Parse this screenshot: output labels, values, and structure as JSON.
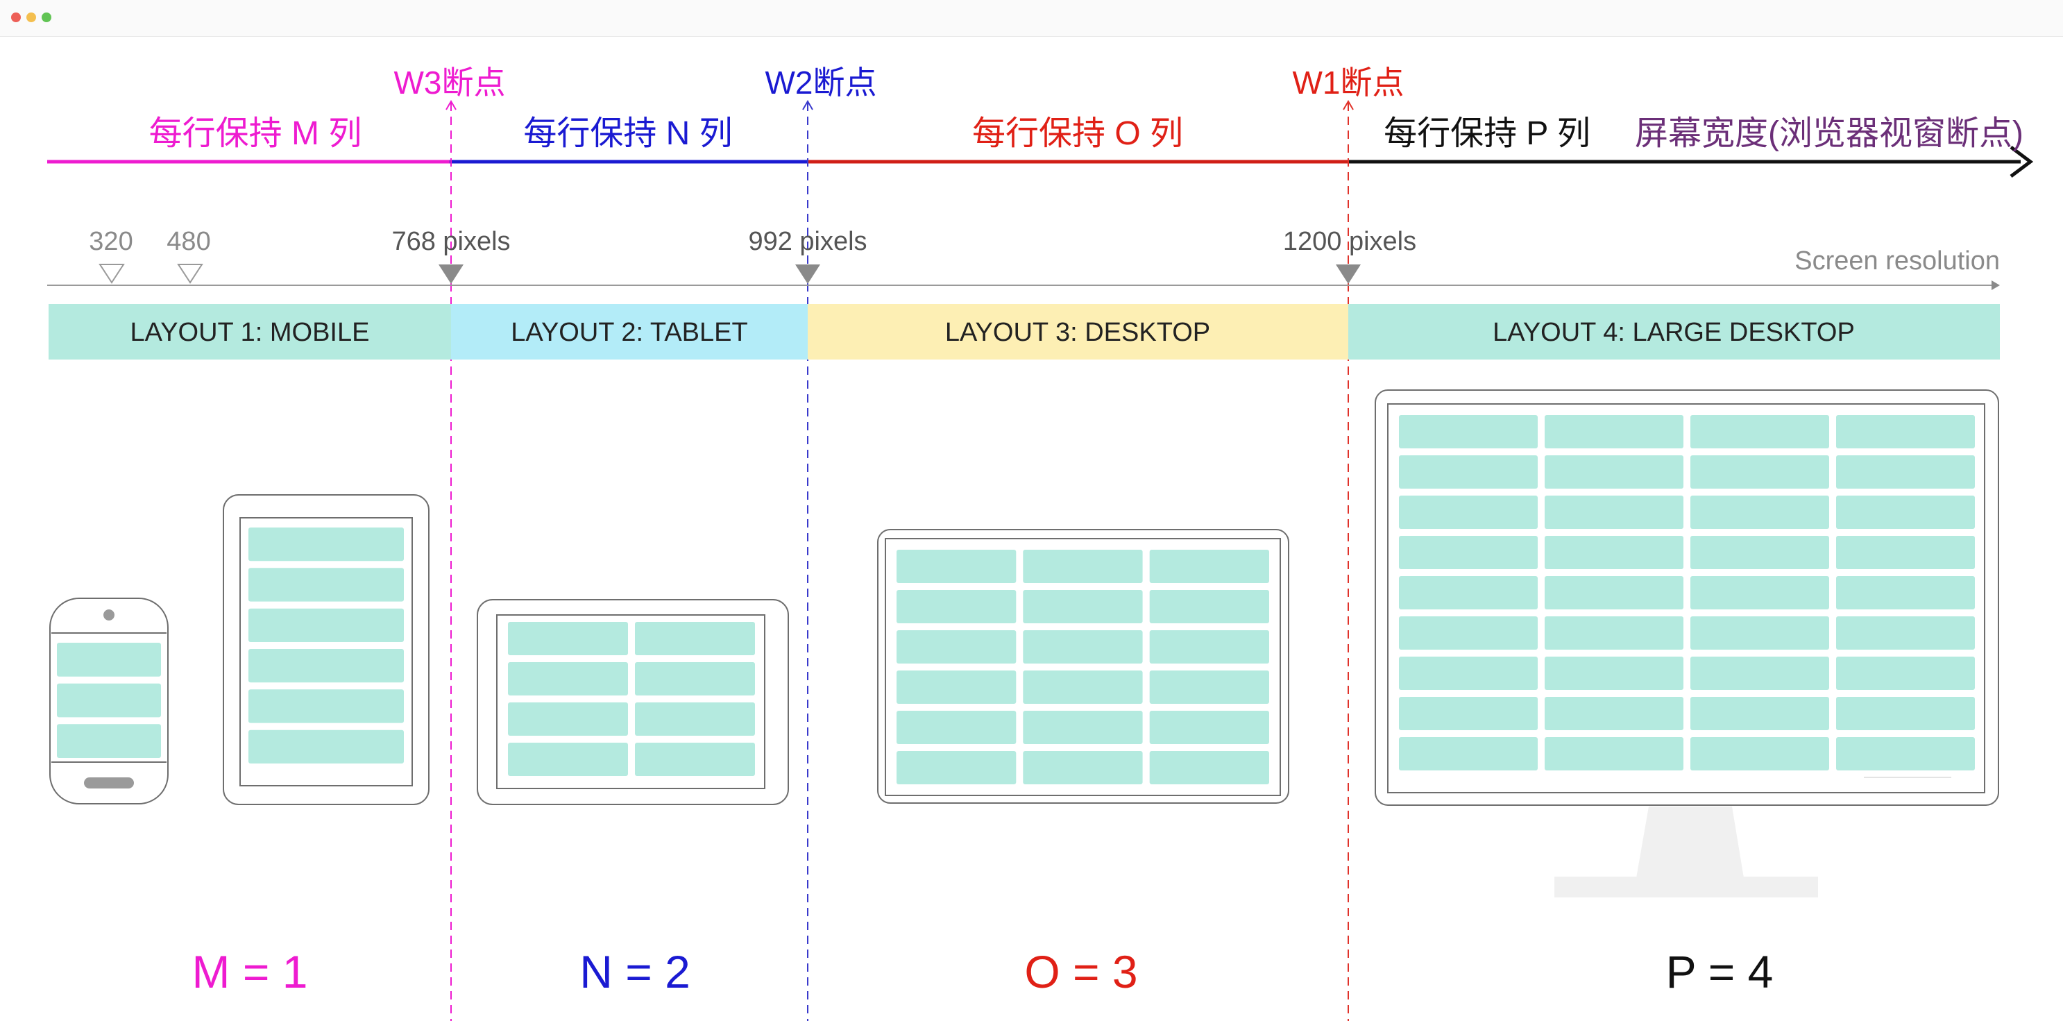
{
  "window": {
    "controls": [
      "close",
      "minimize",
      "zoom"
    ]
  },
  "colors": {
    "m": "#ee1bd0",
    "n": "#1a1ad2",
    "o": "#e02016",
    "p": "#111111",
    "axis_title": "#6b2f78",
    "mobile_bg": "#b4eadf",
    "tablet_bg": "#b3ecf8",
    "desktop_bg": "#fdefb4",
    "large_bg": "#b4eadf",
    "cell": "#b4eadf",
    "device_stroke": "#6e6e6e",
    "gray_text": "#8a8a8a"
  },
  "breakpoints": {
    "w3": {
      "label": "W3断点"
    },
    "w2": {
      "label": "W2断点"
    },
    "w1": {
      "label": "W1断点"
    }
  },
  "columns_axis": {
    "segments": [
      {
        "key": "m",
        "label": "每行保持 M 列"
      },
      {
        "key": "n",
        "label": "每行保持 N 列"
      },
      {
        "key": "o",
        "label": "每行保持 O 列"
      },
      {
        "key": "p",
        "label": "每行保持 P 列"
      }
    ],
    "title": "屏幕宽度(浏览器视窗断点)"
  },
  "resolution_axis": {
    "title": "Screen resolution",
    "ticks": [
      "320",
      "480",
      "768 pixels",
      "992 pixels",
      "1200 pixels"
    ]
  },
  "layouts": [
    {
      "label": "LAYOUT 1: MOBILE"
    },
    {
      "label": "LAYOUT 2: TABLET"
    },
    {
      "label": "LAYOUT 3: DESKTOP"
    },
    {
      "label": "LAYOUT 4: LARGE DESKTOP"
    }
  ],
  "devices": [
    {
      "name": "phone",
      "columns": 1,
      "rows": 3
    },
    {
      "name": "tablet-portrait",
      "columns": 1,
      "rows": 6
    },
    {
      "name": "tablet-landscape",
      "columns": 2,
      "rows": 4
    },
    {
      "name": "desktop",
      "columns": 3,
      "rows": 6
    },
    {
      "name": "large-desktop-monitor",
      "columns": 4,
      "rows": 9
    }
  ],
  "equations": [
    {
      "key": "m",
      "text": "M = 1"
    },
    {
      "key": "n",
      "text": "N = 2"
    },
    {
      "key": "o",
      "text": "O =  3"
    },
    {
      "key": "p",
      "text": "P =  4"
    }
  ]
}
